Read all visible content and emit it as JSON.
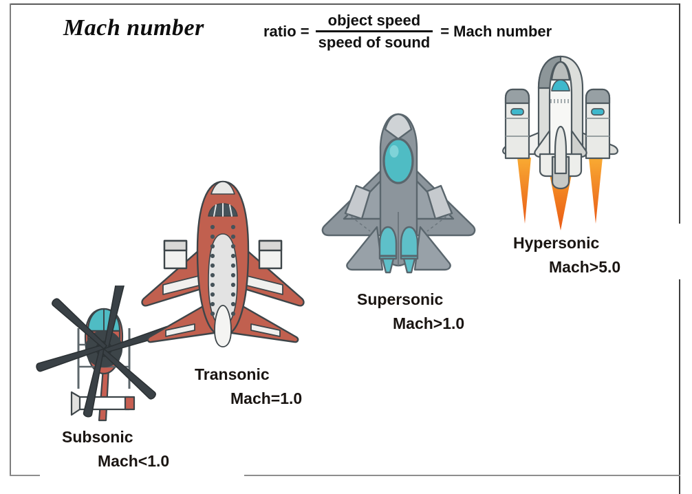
{
  "slide": {
    "title": "Mach number",
    "background_color": "#ffffff"
  },
  "formula": {
    "lead": "ratio =",
    "numerator": "object speed",
    "denominator": "speed of sound",
    "tail": "= Mach number"
  },
  "regimes": [
    {
      "id": "subsonic",
      "name": "Subsonic",
      "mach": "Mach<1.0",
      "craft": "helicopter",
      "colors": {
        "body": "#c75f52",
        "canopy": "#4fbcc4",
        "rotor": "#3d4549",
        "outline": "#3d4549"
      }
    },
    {
      "id": "transonic",
      "name": "Transonic",
      "mach": "Mach=1.0",
      "craft": "airliner",
      "colors": {
        "body": "#c1604f",
        "cabin": "#e3e3e3",
        "windows": "#46535a",
        "outline": "#3d4549"
      }
    },
    {
      "id": "supersonic",
      "name": "Supersonic",
      "mach": "Mach>1.0",
      "craft": "fighter-jet",
      "colors": {
        "body": "#8c959c",
        "body_light": "#a8b0b6",
        "canopy": "#4fbcc4",
        "exhaust": "#5ec0c9",
        "outline": "#5a666d"
      }
    },
    {
      "id": "hypersonic",
      "name": "Hypersonic",
      "mach": "Mach>5.0",
      "craft": "space-shuttle",
      "colors": {
        "body": "#f2f2f0",
        "body_shade": "#c9ccca",
        "nose": "#8d9699",
        "window": "#3fb8cc",
        "flame": "#f57c1f",
        "outline": "#4d585e"
      }
    }
  ]
}
